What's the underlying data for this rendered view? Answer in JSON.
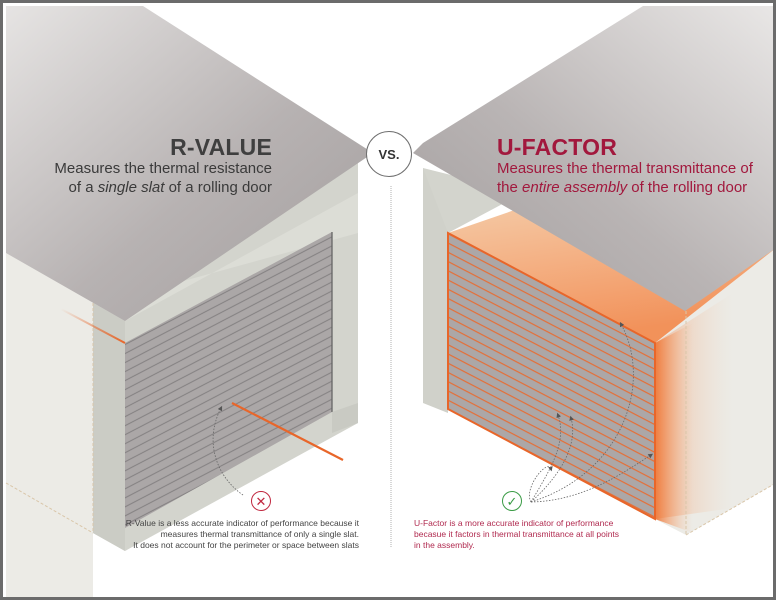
{
  "comparison": {
    "vs_label": "VS.",
    "left": {
      "title": "R-VALUE",
      "subtitle_line1": "Measures the thermal resistance",
      "subtitle_line2_pre": "of a ",
      "subtitle_line2_em": "single slat",
      "subtitle_line2_post": " of a rolling door",
      "status_icon": "x-circle-icon",
      "note_line1": "R-Value is a less accurate indicator of performance because it",
      "note_line2": "measures thermal transmittance of only a single slat.",
      "note_line3": "It does not account for the perimeter or space between slats"
    },
    "right": {
      "title": "U-FACTOR",
      "subtitle_line1": "Measures the thermal transmittance of",
      "subtitle_line2_pre": "the ",
      "subtitle_line2_em": "entire assembly",
      "subtitle_line2_post": " of the rolling door",
      "status_icon": "check-circle-icon",
      "note_line1": "U-Factor is a more accurate indicator of performance",
      "note_line2": "becasue it factors in thermal transmittance at all points",
      "note_line3": "in the assembly."
    }
  },
  "colors": {
    "roof_gray": "#a9a4a4",
    "wall_light": "#ecebe6",
    "wall_mid": "#d3d4cd",
    "slat_gray": "#a9a5a5",
    "heat_orange": "#f06b2a",
    "title_red": "#a2183d",
    "check_green": "#3a9b45",
    "x_red": "#c0273f"
  },
  "glyphs": {
    "x": "✕",
    "check": "✓"
  }
}
